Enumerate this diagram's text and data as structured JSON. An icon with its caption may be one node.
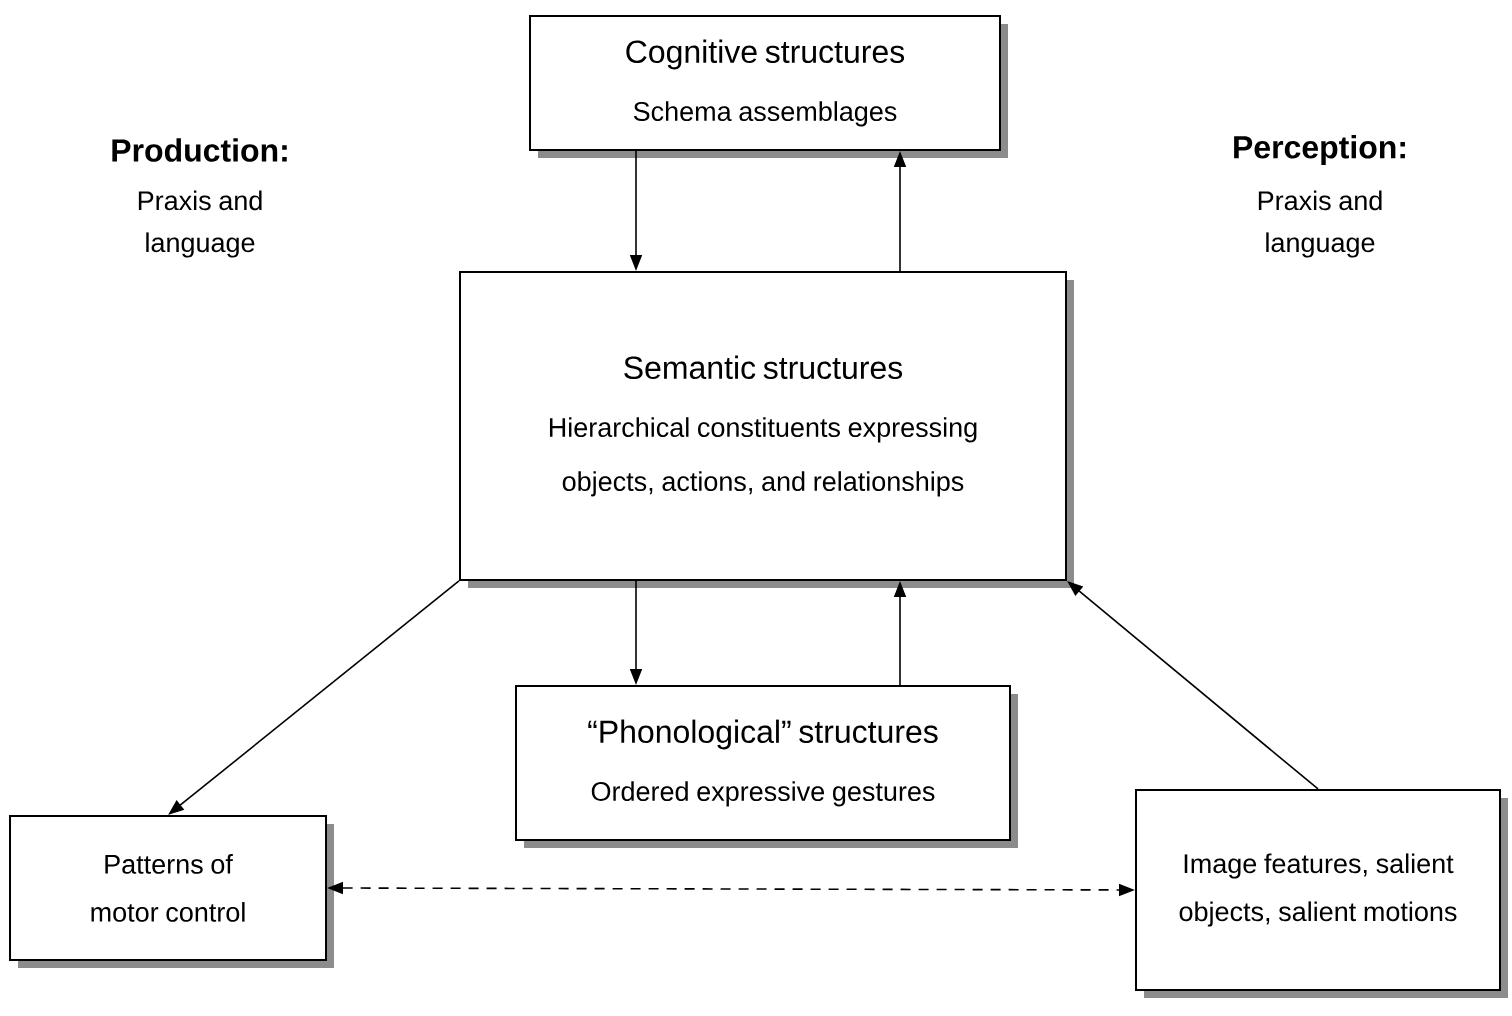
{
  "diagram": {
    "nodes": [
      {
        "text": [
          "Cognitive structures",
          "Schema assemblages"
        ]
      },
      {
        "text": [
          "Semantic structures",
          "Hierarchical constituents expressing objects, actions, and relationships"
        ]
      },
      {
        "text": [
          "“Phonological” structures",
          "Ordered expressive gestures"
        ]
      },
      {
        "text": [
          "Patterns of motor control"
        ]
      },
      {
        "text": [
          "Image features, salient objects, salient motions"
        ]
      }
    ],
    "edges": [
      {
        "from": 0,
        "to": 1,
        "arrow": "to"
      },
      {
        "from": 1,
        "to": 0,
        "arrow": "to"
      },
      {
        "from": 1,
        "to": 2,
        "arrow": "to"
      },
      {
        "from": 2,
        "to": 1,
        "arrow": "to"
      },
      {
        "from": 1,
        "to": 3,
        "arrow": "to"
      },
      {
        "from": 4,
        "to": 1,
        "arrow": "to"
      },
      {
        "from": 3,
        "to": 4,
        "arrow": "both",
        "style": "dashed"
      }
    ],
    "labels": [
      "Production:",
      "Praxis and language",
      "Perception:",
      "Praxis and language"
    ]
  }
}
